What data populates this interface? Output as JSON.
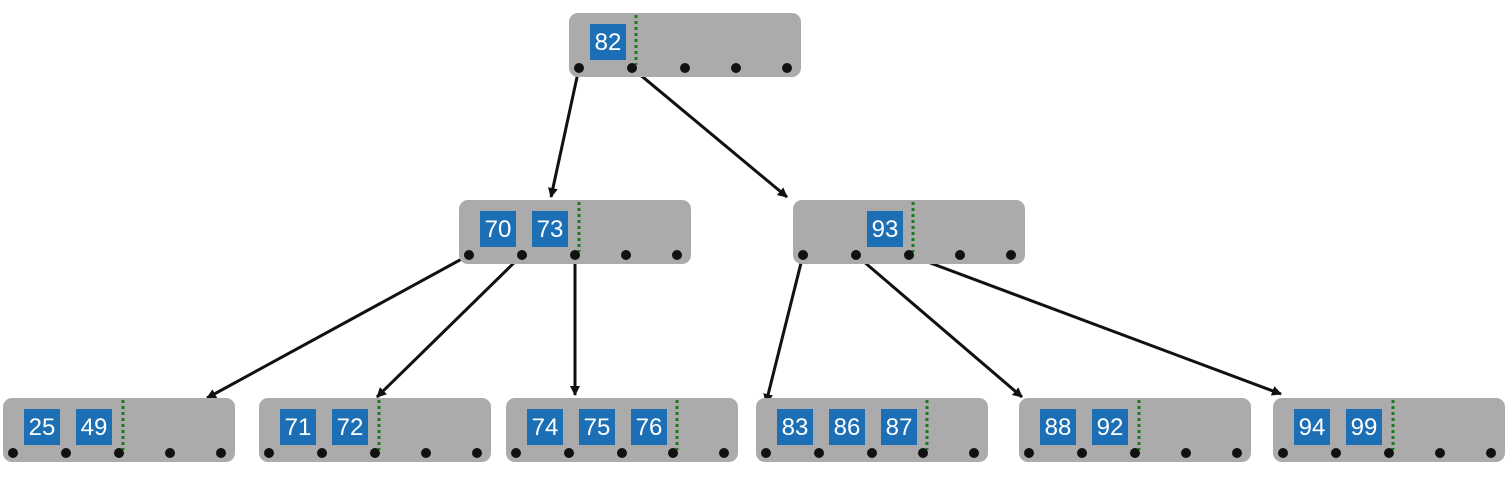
{
  "colors": {
    "node_fill": "#ababab",
    "key_fill": "#1c6fb5",
    "key_text": "#ffffff",
    "divider": "#1f7a1f",
    "pointer": "#111111",
    "edge": "#111111"
  },
  "root": {
    "keys": [
      "82"
    ]
  },
  "internal": [
    {
      "keys": [
        "70",
        "73"
      ]
    },
    {
      "keys": [
        "93"
      ]
    }
  ],
  "leaves": [
    {
      "keys": [
        "25",
        "49"
      ]
    },
    {
      "keys": [
        "71",
        "72"
      ]
    },
    {
      "keys": [
        "74",
        "75",
        "76"
      ]
    },
    {
      "keys": [
        "83",
        "86",
        "87"
      ]
    },
    {
      "keys": [
        "88",
        "92"
      ]
    },
    {
      "keys": [
        "94",
        "99"
      ]
    }
  ],
  "edges": [
    {
      "from": "root",
      "pointer": 0,
      "to": "internal-0"
    },
    {
      "from": "root",
      "pointer": 1,
      "to": "internal-1"
    },
    {
      "from": "internal-0",
      "pointer": 0,
      "to": "leaf-0"
    },
    {
      "from": "internal-0",
      "pointer": 1,
      "to": "leaf-1"
    },
    {
      "from": "internal-0",
      "pointer": 2,
      "to": "leaf-2"
    },
    {
      "from": "internal-1",
      "pointer": 0,
      "to": "leaf-3"
    },
    {
      "from": "internal-1",
      "pointer": 1,
      "to": "leaf-4"
    },
    {
      "from": "internal-1",
      "pointer": 2,
      "to": "leaf-5"
    }
  ]
}
